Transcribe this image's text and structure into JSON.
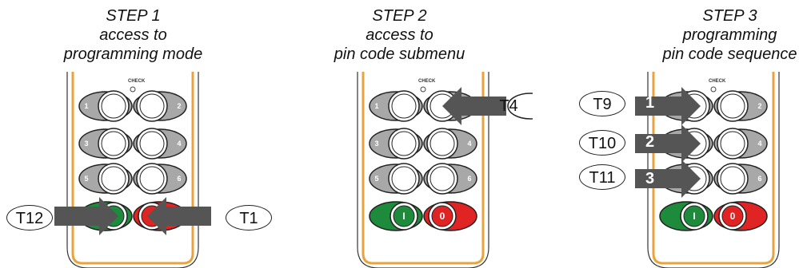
{
  "steps": [
    {
      "title": "STEP 1",
      "line2": "access to",
      "line3": "programming mode",
      "labels": {
        "left": "T12",
        "right": "T1"
      }
    },
    {
      "title": "STEP 2",
      "line2": "access to",
      "line3": "pin code submenu",
      "labels": {
        "right": "T4"
      }
    },
    {
      "title": "STEP 3",
      "line2": "programming",
      "line3": "pin code sequence",
      "labels": {
        "t9": "T9",
        "t10": "T10",
        "t11": "T11"
      },
      "sequence": [
        "1",
        "2",
        "3"
      ]
    }
  ],
  "remote": {
    "check_label": "CHECK",
    "keys": [
      "1",
      "2",
      "3",
      "4",
      "5",
      "6"
    ],
    "on_label": "I",
    "off_label": "0"
  },
  "colors": {
    "frame": "#e8a33c",
    "arrow": "#555555",
    "key_gray": "#a8a8a8",
    "on_green": "#1e8a3c",
    "off_red": "#e02424"
  }
}
